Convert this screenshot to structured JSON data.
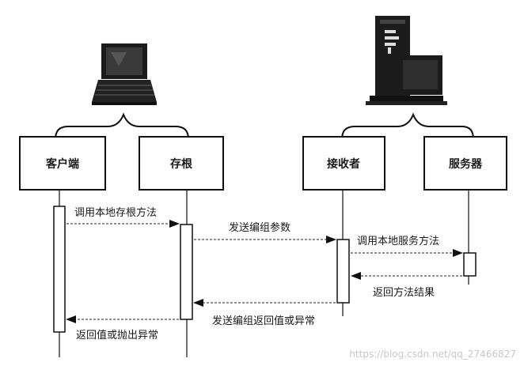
{
  "participants": {
    "client": "客户端",
    "stub": "存根",
    "receiver": "接收者",
    "server": "服务器"
  },
  "messages": {
    "m1": "调用本地存根方法",
    "m2": "发送编组参数",
    "m3": "调用本地服务方法",
    "m4": "返回方法结果",
    "m5": "发送编组返回值或异常",
    "m6": "返回值或抛出异常"
  },
  "icons": {
    "client_machine": "laptop-computer-icon",
    "server_machine": "tower-server-computer-icon"
  },
  "watermark": "https://blog.csdn.net/qq_27466827"
}
